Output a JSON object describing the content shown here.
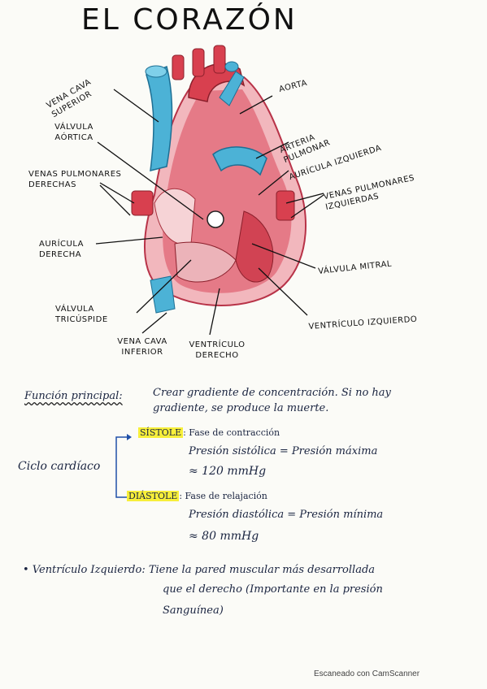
{
  "title": "EL CORAZÓN",
  "labels": {
    "vena_cava_superior": "VENA CAVA SUPERIOR",
    "aorta": "AORTA",
    "valvula_aortica": "VÁLVULA AÓRTICA",
    "arteria_pulmonar": "ARTERIA PULMONAR",
    "auricula_izquierda": "AURÍCULA IZQUIERDA",
    "venas_pulm_derechas": "VENAS PULMONARES DERECHAS",
    "venas_pulm_izquierdas": "VENAS PULMONARES IZQUIERDAS",
    "auricula_derecha": "AURÍCULA DERECHA",
    "valvula_mitral": "VÁLVULA MITRAL",
    "valvula_tricuspide": "VÁLVULA TRICÚSPIDE",
    "ventriculo_izquierdo": "VENTRÍCULO IZQUIERDO",
    "vena_cava_inferior": "VENA CAVA INFERIOR",
    "ventriculo_derecho": "VENTRÍCULO DERECHO"
  },
  "notes": {
    "funcion_label": "Función principal:",
    "funcion_line1": "Crear gradiente de concentración. Si no hay",
    "funcion_line2": "gradiente, se produce la muerte.",
    "ciclo_label": "Ciclo cardíaco",
    "sistole_label": "SÍSTOLE",
    "sistole_desc": ": Fase de contracción",
    "sistole_pres": "Presión sistólica = Presión máxima",
    "sistole_val": "≈ 120 mmHg",
    "diastole_label": "DIÁSTOLE",
    "diastole_desc": ": Fase de relajación",
    "diastole_pres": "Presión diastólica = Presión mínima",
    "diastole_val": "≈ 80 mmHg",
    "vent_line1": "• Ventrículo   Izquierdo: Tiene la pared muscular más desarrollada",
    "vent_line2": "que el derecho (Importante en la presión",
    "vent_line3": "Sanguínea)"
  },
  "footer": "Escaneado con CamScanner",
  "colors": {
    "red": "#d9485a",
    "blue": "#4cb2d6",
    "pink": "#f2b7bd"
  }
}
